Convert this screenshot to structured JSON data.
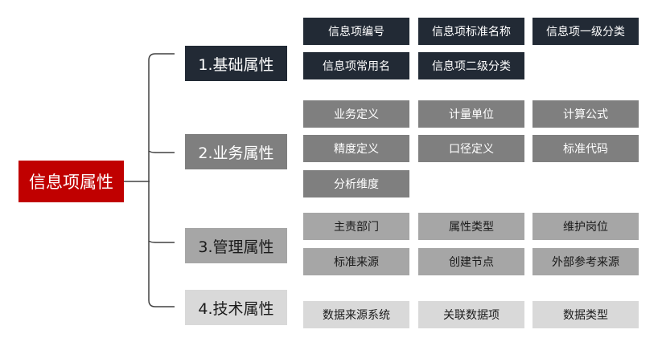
{
  "root": {
    "label": "信息项属性"
  },
  "colors": {
    "root": "#c00000",
    "group1": "#222a35",
    "group2": "#7f7f7f",
    "group3": "#a6a6a6",
    "group4": "#d9d9d9",
    "connector": "#404040"
  },
  "groups": [
    {
      "label": "1.基础属性",
      "items": [
        "信息项编号",
        "信息项标准名称",
        "信息项一级分类",
        "信息项常用名",
        "信息项二级分类"
      ]
    },
    {
      "label": "2.业务属性",
      "items": [
        "业务定义",
        "计量单位",
        "计算公式",
        "精度定义",
        "口径定义",
        "标准代码",
        "分析维度"
      ]
    },
    {
      "label": "3.管理属性",
      "items": [
        "主责部门",
        "属性类型",
        "维护岗位",
        "标准来源",
        "创建节点",
        "外部参考来源"
      ]
    },
    {
      "label": "4.技术属性",
      "items": [
        "数据来源系统",
        "关联数据项",
        "数据类型"
      ]
    }
  ]
}
